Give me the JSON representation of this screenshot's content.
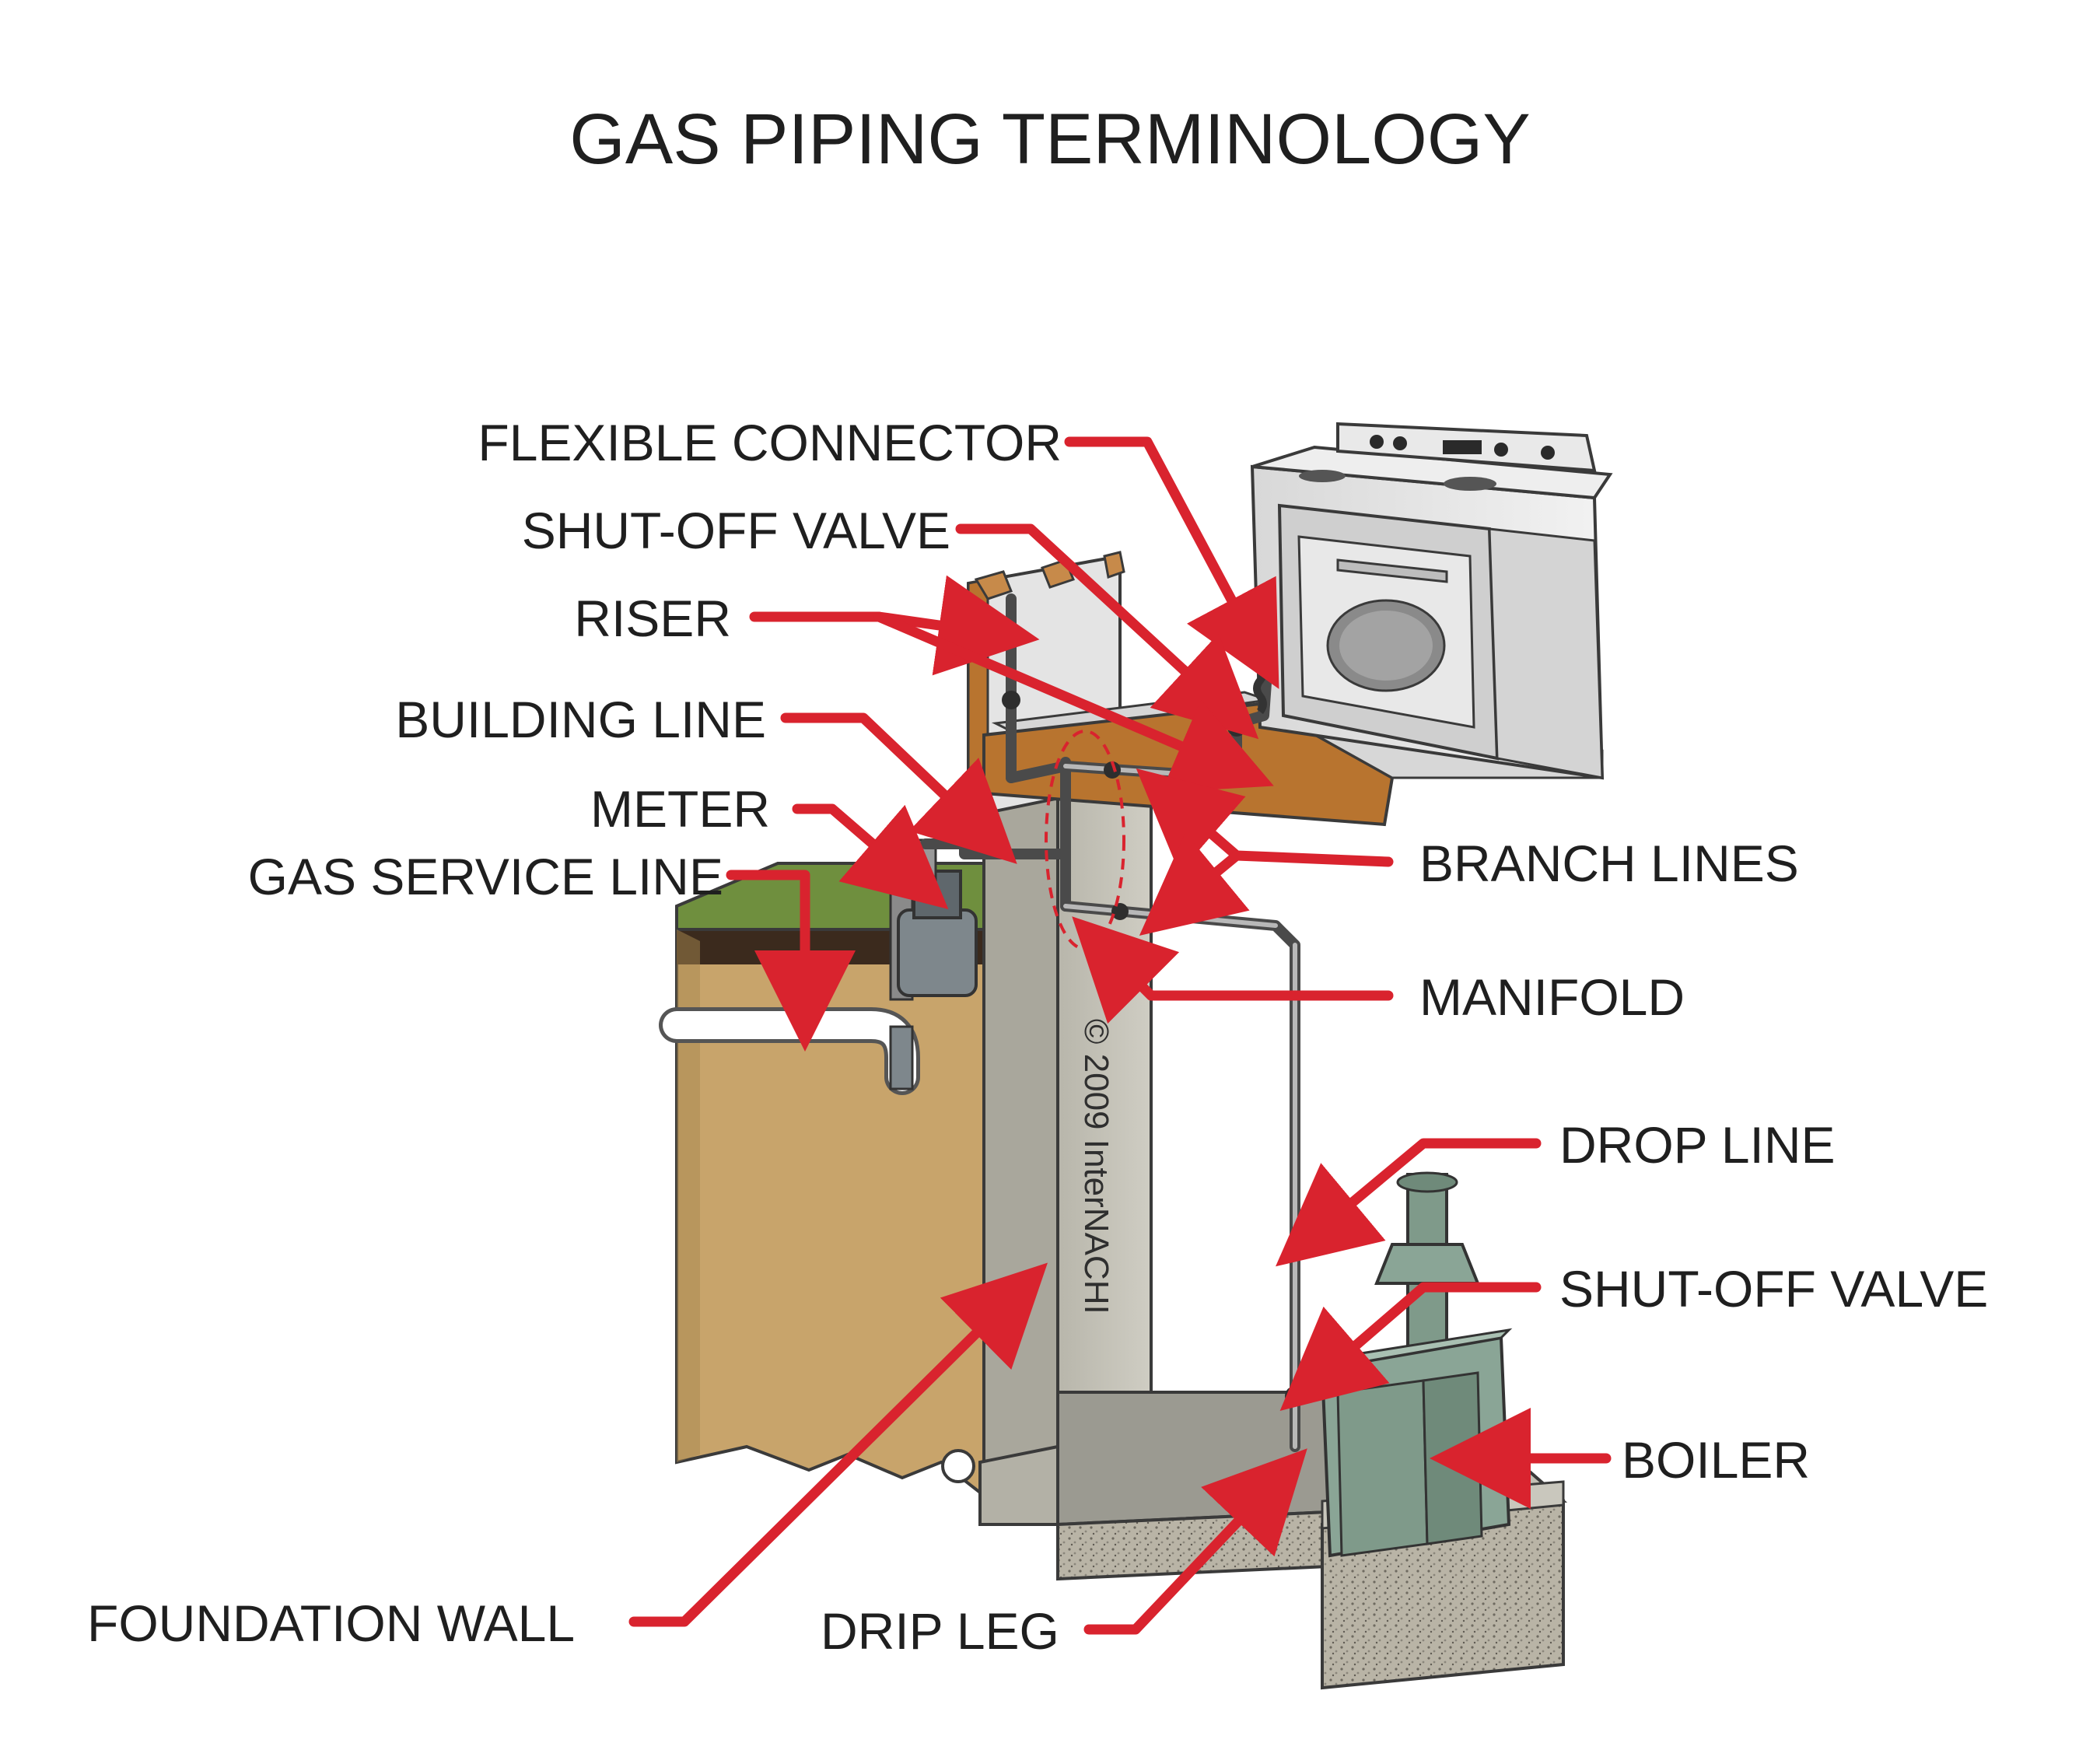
{
  "title": "GAS PIPING TERMINOLOGY",
  "labels": {
    "flexible_connector": "FLEXIBLE CONNECTOR",
    "shut_off_valve_upper": "SHUT-OFF VALVE",
    "riser": "RISER",
    "building_line": "BUILDING LINE",
    "meter": "METER",
    "gas_service_line": "GAS SERVICE LINE",
    "branch_lines": "BRANCH LINES",
    "manifold": "MANIFOLD",
    "drop_line": "DROP LINE",
    "shut_off_valve_lower": "SHUT-OFF VALVE",
    "boiler": "BOILER",
    "foundation_wall": "FOUNDATION WALL",
    "drip_leg": "DRIP LEG"
  },
  "copyright": "© 2009 InterNACHI",
  "colors": {
    "arrow": "#d9232e",
    "concrete": "#c9c7bd",
    "soil": "#c8a46b",
    "grass": "#6f8f3e",
    "wood": "#b8742f",
    "boiler": "#7f9a8a",
    "pipe": "#4a4a4a"
  }
}
